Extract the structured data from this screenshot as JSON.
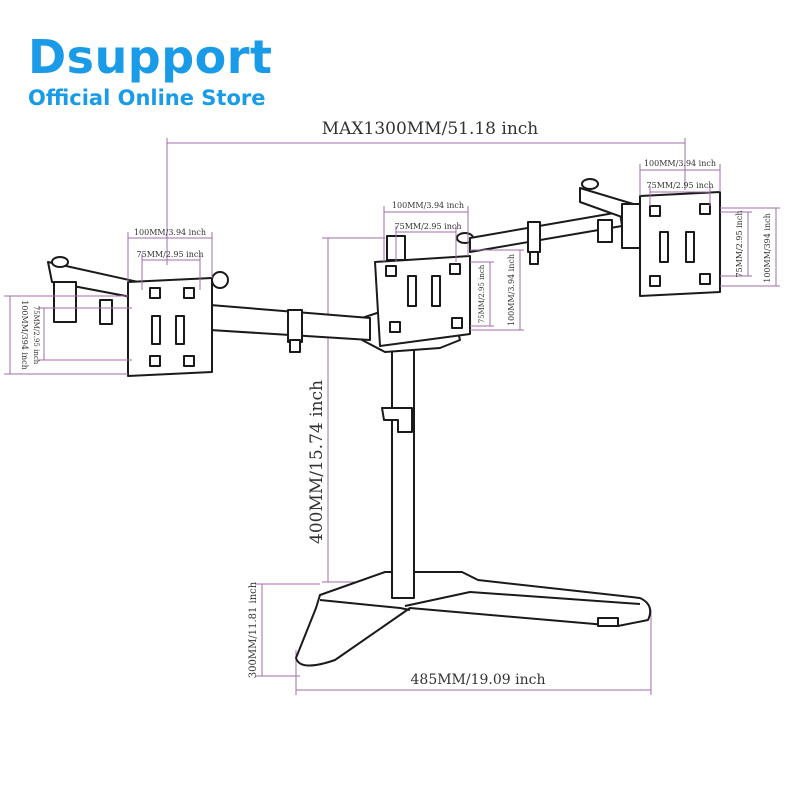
{
  "brand": {
    "name": "Dsupport",
    "tagline": "Official Online Store"
  },
  "colors": {
    "brand": "#1a9be8",
    "dimension_line": "#a06ea8",
    "drawing": "#1a1a1a"
  },
  "dimensions": {
    "max_width": "MAX1300MM/51.18 inch",
    "height": "400MM/15.74 inch",
    "base_width": "485MM/19.09 inch",
    "base_depth": "300MM/11.81 inch",
    "vesa_100": "100MM/3.94 inch",
    "vesa_75": "75MM/2.95 inch",
    "vesa_100_alt": "100MM/394 inch",
    "vesa_75_alt": "75MM/2.95 inch"
  }
}
